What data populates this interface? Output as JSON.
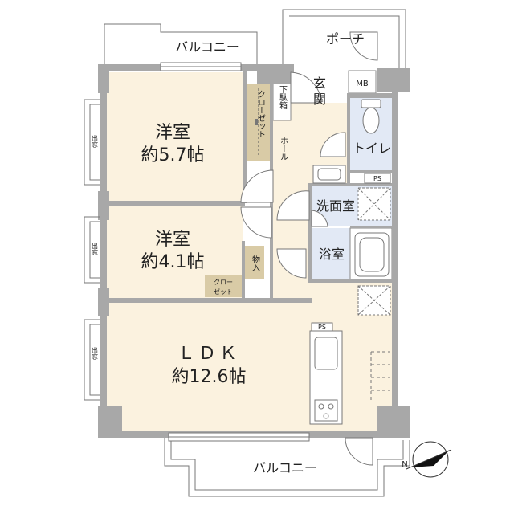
{
  "rooms": {
    "western1_name": "洋室",
    "western1_size": "約5.7帖",
    "western2_name": "洋室",
    "western2_size": "約4.1帖",
    "ldk_name": "ＬＤＫ",
    "ldk_size": "約12.6帖",
    "entrance": "玄関",
    "hall": "ホール",
    "toilet": "トイレ",
    "washroom": "洗面室",
    "bathroom": "浴室",
    "porch": "ポーチ",
    "balcony_top": "バルコニー",
    "balcony_bottom": "バルコニー"
  },
  "storage": {
    "closet1": "クローゼット",
    "shoe_box": "下駄箱",
    "closet2_line1": "クロー",
    "closet2_line2": "ゼット",
    "storage": "物入",
    "mb": "MB",
    "ps1": "PS",
    "ps2": "PS"
  },
  "windows": {
    "bay1": "出窓",
    "bay2": "出窓",
    "bay3": "出窓"
  },
  "compass": {
    "label": "N"
  },
  "colors": {
    "room_cream": "#fbf2df",
    "wet_blue": "#e2e9f5",
    "storage_tan": "#d9cba6",
    "wall_gray": "#a8a8a8"
  }
}
